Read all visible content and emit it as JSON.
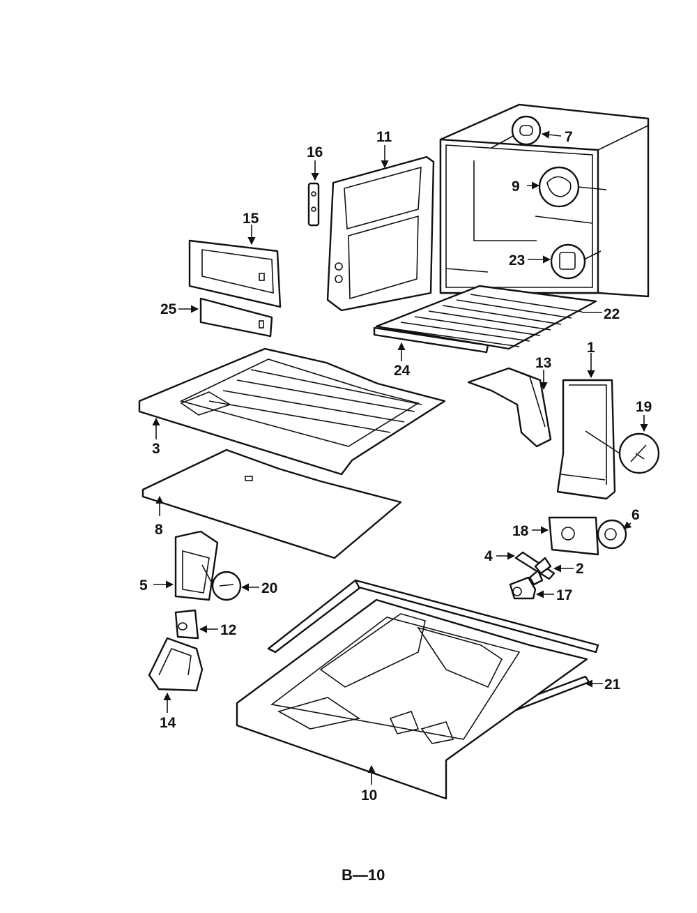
{
  "page_label": "B—10",
  "callouts": {
    "p1": "1",
    "p2": "2",
    "p3": "3",
    "p4": "4",
    "p5": "5",
    "p6": "6",
    "p7": "7",
    "p8": "8",
    "p9": "9",
    "p10": "10",
    "p11": "11",
    "p12": "12",
    "p13": "13",
    "p14": "14",
    "p15": "15",
    "p16": "16",
    "p17": "17",
    "p18": "18",
    "p19": "19",
    "p20": "20",
    "p21": "21",
    "p22": "22",
    "p23": "23",
    "p24": "24",
    "p25": "25"
  }
}
